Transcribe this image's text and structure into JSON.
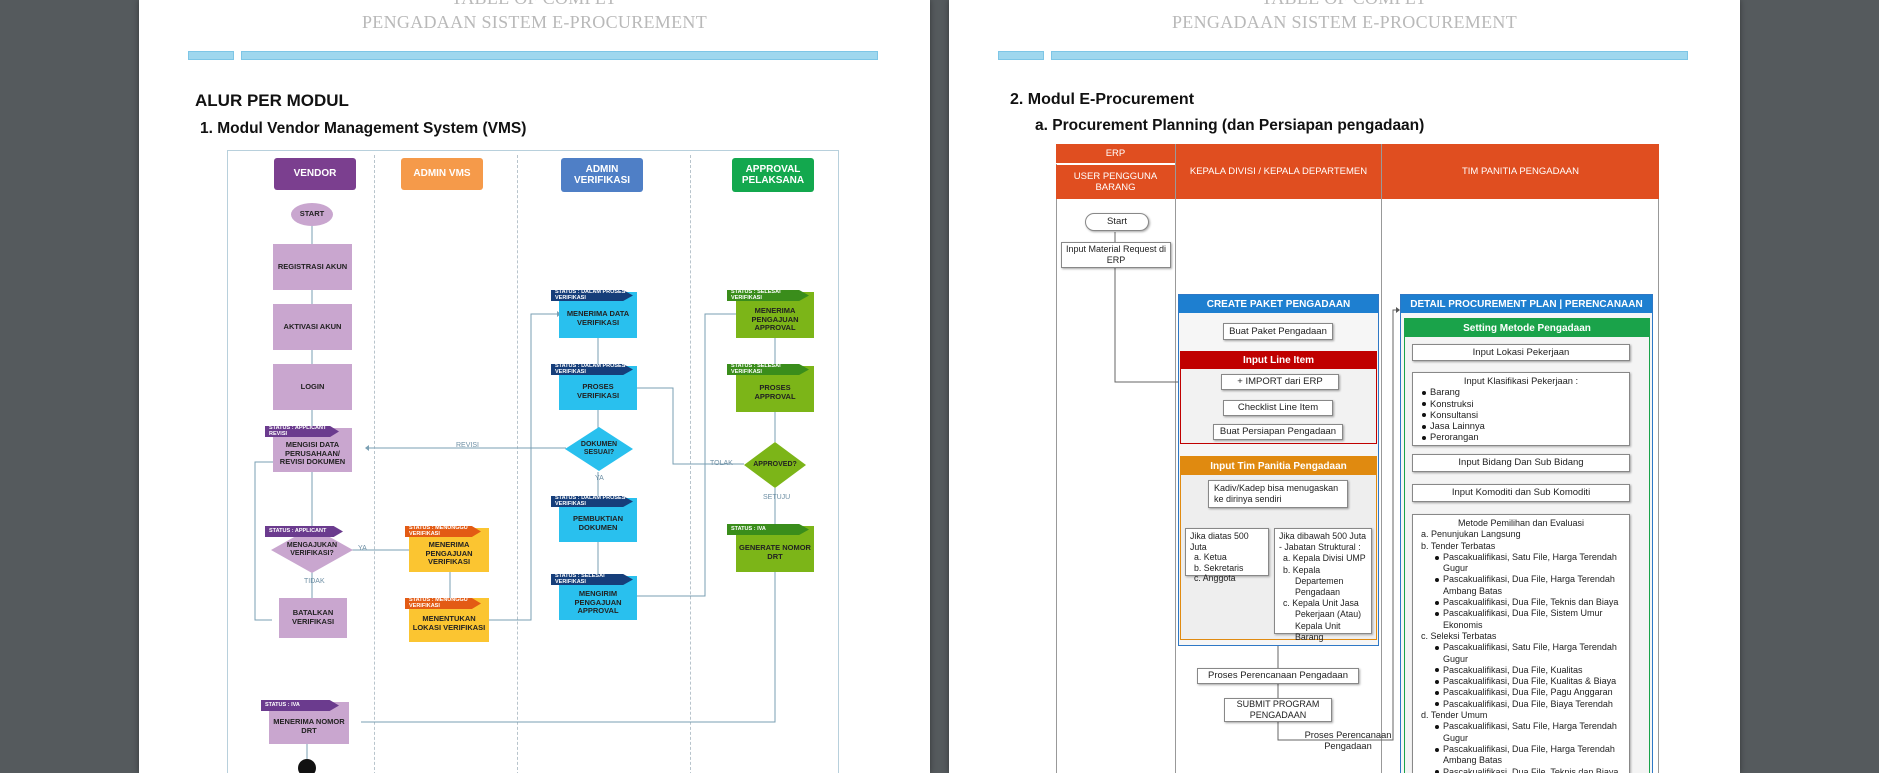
{
  "page_header": {
    "line1": "TABLE OF COMPLY",
    "line2": "PENGADAAN SISTEM E-PROCUREMENT"
  },
  "left_page": {
    "heading": "ALUR PER MODUL",
    "subheading": "1.  Modul Vendor Management System (VMS)",
    "lanes": [
      "VENDOR",
      "ADMIN VMS",
      "ADMIN VERIFIKASI",
      "APPROVAL PELAKSANA"
    ],
    "nodes": {
      "start": "START",
      "registrasi": "REGISTRASI AKUN",
      "aktivasi": "AKTIVASI AKUN",
      "login": "LOGIN",
      "mengisi": "MENGISI DATA PERUSAHAAN/ REVISI DOKUMEN",
      "mengajukan": "MENGAJUKAN VERIFIKASI?",
      "batalkan": "BATALKAN VERIFIKASI",
      "menerima_nomor": "MENERIMA NOMOR DRT",
      "menerima_pengajuan": "MENERIMA PENGAJUAN VERIFIKASI",
      "menentukan": "MENENTUKAN LOKASI VERIFIKASI",
      "menerima_data": "MENERIMA DATA VERIFIKASI",
      "proses_verifikasi": "PROSES VERIFIKASI",
      "dokumen_sesuai": "DOKUMEN SESUAI?",
      "pembuktian": "PEMBUKTIAN DOKUMEN",
      "mengirim": "MENGIRIM PENGAJUAN APPROVAL",
      "menerima_approval": "MENERIMA PENGAJUAN APPROVAL",
      "proses_approval": "PROSES APPROVAL",
      "approved": "APPROVED?",
      "generate": "GENERATE NOMOR DRT"
    },
    "tags": {
      "applicant_revisi": "STATUS : APPLICANT REVISI",
      "applicant": "STATUS : APPLICANT",
      "iva": "STATUS : IVA",
      "menunggu1": "STATUS : MENUNGGU VERIFIKASI",
      "menunggu2": "STATUS : MENUNGGU VERIFIKASI",
      "dalam1": "STATUS : DALAM PROSES VERIFIKASI",
      "dalam2": "STATUS : DALAM PROSES VERIFIKASI",
      "dalam3": "STATUS : DALAM PROSES VERIFIKASI",
      "selesai1": "STATUS : SELESAI VERIFIKASI",
      "selesai_a1": "STATUS : SELESAI VERIFIKASI",
      "selesai_a2": "STATUS : SELESAI VERIFIKASI",
      "iva2": "STATUS : IVA"
    },
    "edge_labels": {
      "revisi": "REVISI",
      "ya1": "YA",
      "ya2": "YA",
      "tidak1": "TIDAK",
      "tolak": "TOLAK",
      "setuju": "SETUJU"
    }
  },
  "right_page": {
    "heading": "2.  Modul E-Procurement",
    "subheading": "a.  Procurement Planning (dan Persiapan pengadaan)",
    "colors": {
      "header_orange": "#e04e20",
      "panel_blue": "#1e7fd0",
      "red": "#c00000",
      "amber": "#e08a10",
      "green": "#1aa34a"
    },
    "columns": {
      "erp": "ERP",
      "user": "USER PENGGUNA BARANG",
      "kadiv": "KEPALA DIVISI / KEPALA DEPARTEMEN",
      "tim": "TIM PANITIA PENGADAAN"
    },
    "start": "Start",
    "input_mr": "Input Material Request di ERP",
    "create_paket": {
      "title": "CREATE PAKET PENGADAAN",
      "buat": "Buat Paket Pengadaan",
      "line_item_title": "Input Line Item",
      "import": "+ IMPORT dari ERP",
      "checklist": "Checklist Line Item",
      "buat_persiapan": "Buat Persiapan Pengadaan",
      "tim_title": "Input Tim Panitia Pengadaan",
      "kadiv_note": "Kadiv/Kadep bisa menugaskan ke dirinya sendiri",
      "diatas": [
        "Jika diatas 500 Juta",
        "a.  Ketua",
        "b.  Sekretaris",
        "c.  Anggota"
      ],
      "dibawah": [
        "Jika dibawah 500 Juta",
        "- Jabatan Struktural :",
        "a.  Kepala Divisi UMP",
        "b.  Kepala",
        "Departemen",
        "Pengadaan",
        "c.  Kepala Unit Jasa",
        "Pekerjaan (Atau)",
        "Kepala Unit Barang"
      ]
    },
    "proses_perencanaan": "Proses Perencanaan Pengadaan",
    "submit": "SUBMIT PROGRAM PENGADAAN",
    "proses_label": "Proses Perencanaan Pengadaan",
    "detail": {
      "title": "DETAIL PROCUREMENT PLAN | PERENCANAAN",
      "setting": "Setting Metode Pengadaan",
      "lokasi": "Input Lokasi Pekerjaan",
      "klasifikasi_title": "Input Klasifikasi Pekerjaan :",
      "klasifikasi": [
        "Barang",
        "Konstruksi",
        "Konsultansi",
        "Jasa Lainnya",
        "Perorangan"
      ],
      "bidang": "Input Bidang Dan Sub Bidang",
      "komoditi": "Input Komoditi dan Sub Komoditi",
      "metode_title": "Metode Pemilihan dan Evaluasi",
      "metode": [
        {
          "t": "a.  Penunjukan Langsung",
          "b": false
        },
        {
          "t": "b.  Tender Terbatas",
          "b": false
        },
        {
          "t": "Pascakualifikasi, Satu File, Harga Terendah",
          "b": true
        },
        {
          "t": "Gugur",
          "b": "cont"
        },
        {
          "t": "Pascakualifikasi, Dua File, Harga Terendah",
          "b": true
        },
        {
          "t": "Ambang Batas",
          "b": "cont"
        },
        {
          "t": "Pascakualifikasi, Dua File, Teknis dan Biaya",
          "b": true
        },
        {
          "t": "Pascakualifikasi, Dua File, Sistem Umur",
          "b": true
        },
        {
          "t": "Ekonomis",
          "b": "cont"
        },
        {
          "t": "c.  Seleksi Terbatas",
          "b": false
        },
        {
          "t": "Pascakualifikasi, Satu File, Harga Terendah",
          "b": true
        },
        {
          "t": "Gugur",
          "b": "cont"
        },
        {
          "t": "Pascakualifikasi, Dua File, Kualitas",
          "b": true
        },
        {
          "t": "Pascakualifikasi, Dua File, Kualitas & Biaya",
          "b": true
        },
        {
          "t": "Pascakualifikasi, Dua File, Pagu Anggaran",
          "b": true
        },
        {
          "t": "Pascakualifikasi, Dua File, Biaya Terendah",
          "b": true
        },
        {
          "t": "d.  Tender Umum",
          "b": false
        },
        {
          "t": "Pascakualifikasi, Satu File, Harga Terendah",
          "b": true
        },
        {
          "t": "Gugur",
          "b": "cont"
        },
        {
          "t": "Pascakualifikasi, Dua File, Harga Terendah",
          "b": true
        },
        {
          "t": "Ambang Batas",
          "b": "cont"
        },
        {
          "t": "Pascakualifikasi, Dua File, Teknis dan Biaya",
          "b": true
        }
      ]
    }
  }
}
